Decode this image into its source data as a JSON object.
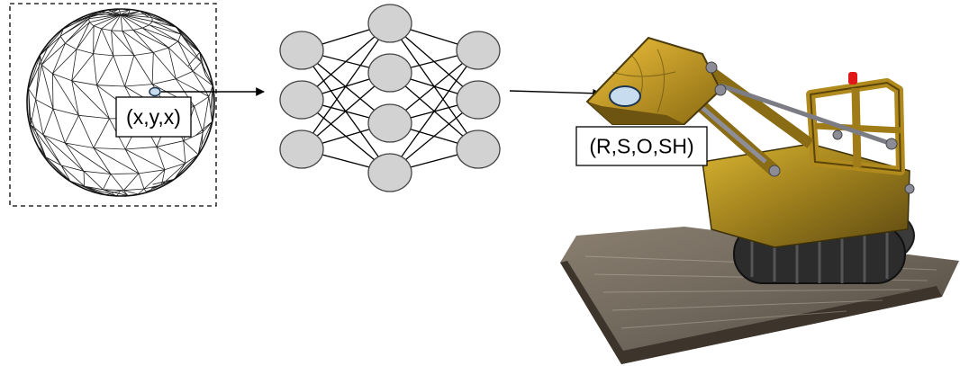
{
  "sphere": {
    "point_label": "(x,y,x)"
  },
  "network": {
    "layers": [
      3,
      4,
      3
    ]
  },
  "output": {
    "params_label": "(R,S,O,SH)"
  },
  "colors": {
    "node_fill": "#d2d2d2",
    "node_stroke": "#444444",
    "marker_fill": "#c8dcf0",
    "marker_stroke": "#1b3550",
    "wire": "#000000",
    "mesh": "#222222"
  },
  "icons": [
    "sphere-mesh-icon",
    "neural-network-icon",
    "bulldozer-model-icon",
    "arrow-right-icon"
  ]
}
